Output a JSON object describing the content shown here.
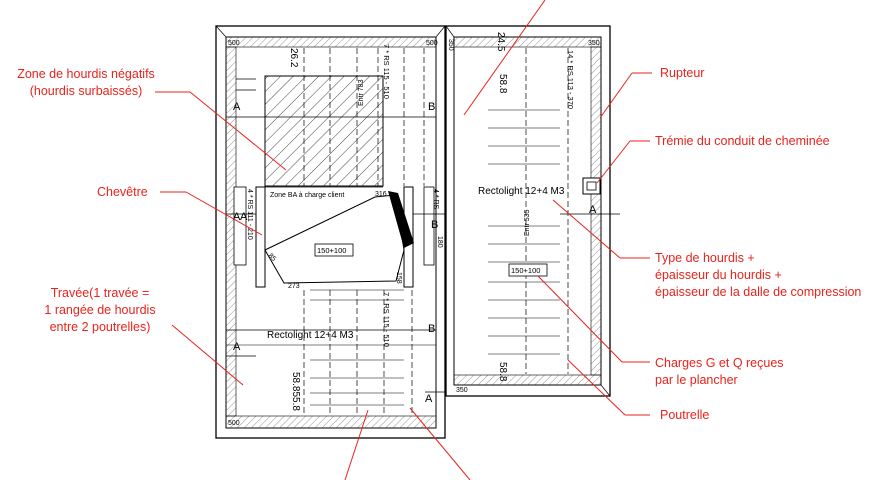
{
  "callouts": {
    "hourdis_negatifs": [
      "Zone de hourdis négatifs",
      "(hourdis surbaissés)"
    ],
    "chevetre": "Chevêtre",
    "travee": [
      "Travée(1 travée =",
      "1 rangée de hourdis",
      "entre 2 poutrelles)"
    ],
    "rupteur": "Rupteur",
    "tremie": "Trémie du conduit de cheminée",
    "type_hourdis": [
      "Type de hourdis +",
      "épaisseur du hourdis +",
      "épaisseur de la dalle de compression"
    ],
    "charges": [
      "Charges G et Q reçues",
      "par le plancher"
    ],
    "poutrelle": "Poutrelle"
  },
  "plan_labels": {
    "dim_top_left": "500",
    "dim_top_right": "350",
    "dim_bottom_left": "500",
    "dim_bottom_right": "350",
    "dim_262": "26.2",
    "dim_245": "24.5",
    "dim_588_top": "58.8",
    "dim_588_bot": "58.8",
    "dim_588_left": "58.855.8",
    "rs_top_left": "7 * RS 115 - 510",
    "rs_bottom_left": "7 * RS 115 - 510",
    "rs_right": "14 * RS 113 - 370",
    "rs_chevetre": "4 * RS 111 - 210",
    "rs_small": "4 * RS",
    "entr_783": "Entr 783",
    "entr_535": "Entr 535",
    "zone_ba": "Zone BA à charge client",
    "load_1": "150+100",
    "load_2": "150+100",
    "hourdis_1": "Rectolight 12+4 M3",
    "hourdis_2": "Rectolight 12+4 M3",
    "dim_273": "273",
    "dim_316": "316",
    "dim_158": "158",
    "dim_85": "85",
    "dim_180": "180",
    "section_a": "A",
    "section_b": "B"
  }
}
